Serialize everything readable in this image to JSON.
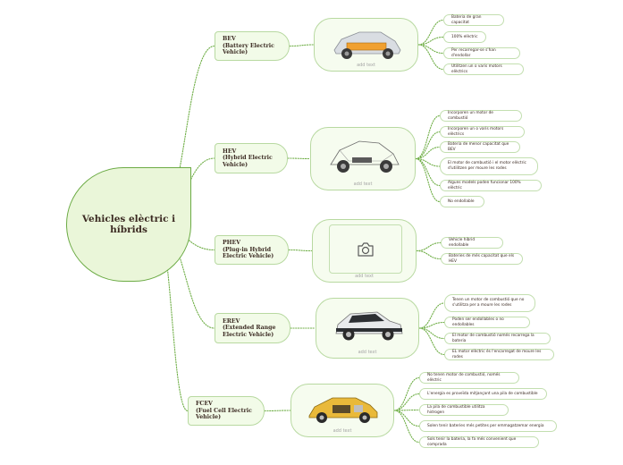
{
  "central": {
    "label": "Vehicles elèctric i híbrids"
  },
  "branches": [
    {
      "title": "BEV\n(Battery Electric\nVehicle)",
      "image_caption": "add text",
      "image_icon": "car-chassis-battery-icon",
      "leaves": [
        "Bateria de gran capacitat",
        "100% elèctric",
        "Per recarregar-se  s'han d'endollar",
        "Utilitzen un o varis motors elèctrics"
      ]
    },
    {
      "title": "HEV\n(Hybrid Electric\nVehicle)",
      "image_caption": "add text",
      "image_icon": "hybrid-car-chassis-icon",
      "leaves": [
        "Incorporen un motor de combustió",
        "Incorporen un o varis motors elèctrics",
        "Bateria de menor capacitat que BEV",
        "El motor de combustió i el motor elèctric\nd'utilitzen per moure les rodes",
        "Alguns models poden funcionar 100% elèctric",
        "No endollable"
      ]
    },
    {
      "title": "PHEV\n(Plug-in Hybrid\nElectric Vehicle)",
      "image_caption": "add text",
      "image_icon": "camera-placeholder-icon",
      "leaves": [
        "Vehicle híbrid endollable",
        "Bateries de més capacitat que els HEV"
      ]
    },
    {
      "title": "EREV\n(Extended Range\nElectric Vehicle)",
      "image_caption": "add text",
      "image_icon": "electric-hatchback-icon",
      "leaves": [
        "Tenen un motor de combustió que no\ns'utilitza per a moure les rodes",
        "Poden ser endollables o no endollables",
        "El motor de combustió només recarrega la bateria",
        "EL motor elèctric és l'encarregat de moure les rodes"
      ]
    },
    {
      "title": "FCEV\n(Fuel Cell Electric\nVehicle)",
      "image_caption": "add text",
      "image_icon": "fuel-cell-car-icon",
      "leaves": [
        "No tenen motor de combustió, només elèctric",
        "L'energia es proveïda mitjançant una pila de combustible",
        "La pila de combustible utilitza hidrogen",
        "Solen tenir bateries més petites per emmagatzemar energia",
        "Sols tenir la bateria, la fa més convenient que comprada"
      ]
    }
  ],
  "colors": {
    "line": "#6fae46",
    "node_fill": "#f2fbe8",
    "node_border": "#b8d9a1",
    "text": "#3b2a22"
  }
}
